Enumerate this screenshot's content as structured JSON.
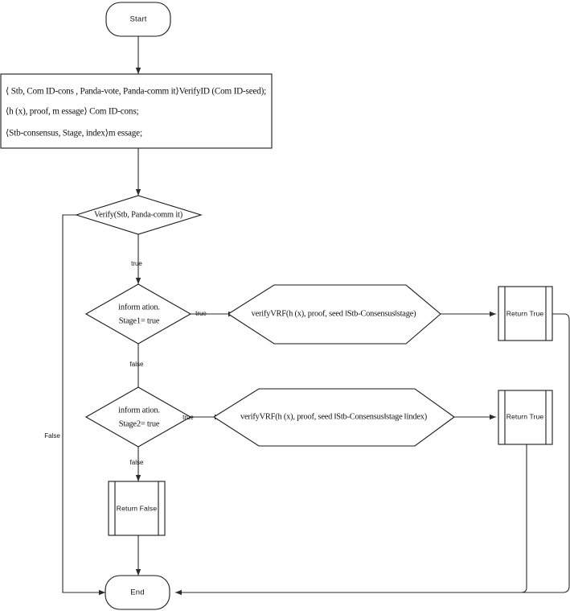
{
  "diagram": {
    "title": "Verification flowchart",
    "nodes": {
      "start": {
        "label": "Start",
        "type": "terminator"
      },
      "process": {
        "type": "process",
        "lines": [
          "⟨ Stb, Com ID-cons , Panda-vote, Panda-comm it⟩VerifyID (Com ID-seed);",
          "⟨h (x), proof, m essage⟩ Com ID-cons;",
          "⟨Stb-consensus, Stage, index⟩m essage;"
        ]
      },
      "decision_verify": {
        "type": "decision",
        "label": "Verify(Stb, Panda-comm it)"
      },
      "decision_stage1": {
        "type": "decision",
        "line1": "inform ation.",
        "line2": "Stage1= true"
      },
      "decision_stage2": {
        "type": "decision",
        "line1": "inform ation.",
        "line2": "Stage2= true"
      },
      "hex_stage1": {
        "type": "preparation",
        "label": "verifyVRF(h (x), proof, seed ‖Stb-Consensus‖stage)"
      },
      "hex_stage2": {
        "type": "preparation",
        "label": "verifyVRF(h (x), proof, seed ‖Stb-Consensus‖stage ‖index)"
      },
      "return_true_1": {
        "type": "predefined-process",
        "label": "Return True"
      },
      "return_true_2": {
        "type": "predefined-process",
        "label": "Return True"
      },
      "return_false": {
        "type": "predefined-process",
        "label": "Return False"
      },
      "end": {
        "label": "End",
        "type": "terminator"
      }
    },
    "edge_labels": {
      "verify_true": "true",
      "verify_false": "False",
      "stage1_true": "true",
      "stage1_false": "false",
      "stage2_true": "true",
      "stage2_false": "false"
    },
    "colors": {
      "stroke": "#1a1a1a",
      "connector": "#2b2b2b",
      "fill": "#ffffff",
      "text": "#111111"
    }
  }
}
